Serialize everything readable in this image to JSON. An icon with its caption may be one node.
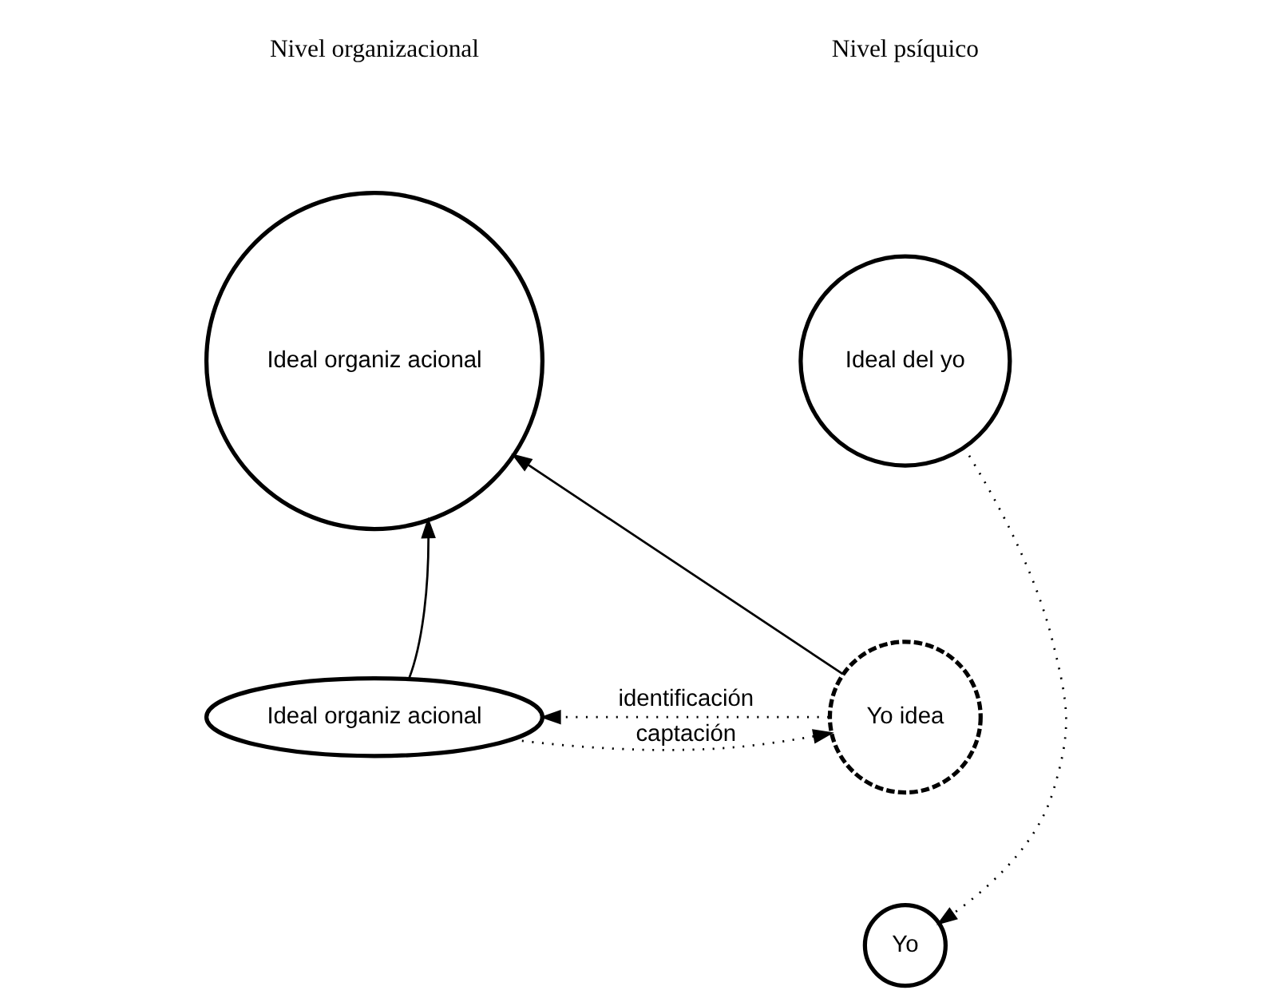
{
  "diagram": {
    "nodes": [
      {
        "text": [
          "Ideal organiz acional"
        ]
      },
      {
        "text": [
          "Ideal del yo"
        ]
      },
      {
        "text": [
          "Ideal organiz acional"
        ]
      },
      {
        "text": [
          "Yo idea"
        ]
      },
      {
        "text": [
          "Yo"
        ]
      }
    ],
    "edges": [
      {
        "from": 2,
        "to": 0,
        "arrow": "to"
      },
      {
        "from": 3,
        "to": 0,
        "arrow": "to"
      },
      {
        "from": 2,
        "to": 3,
        "arrow": "to",
        "style": "dashed",
        "label": "captación"
      },
      {
        "from": 3,
        "to": 2,
        "arrow": "to",
        "style": "dashed",
        "label": "identificación"
      },
      {
        "from": 1,
        "to": 4,
        "arrow": "to",
        "style": "dashed"
      }
    ],
    "labels": [
      "Nivel organizacional",
      "Nivel psíquico"
    ]
  }
}
